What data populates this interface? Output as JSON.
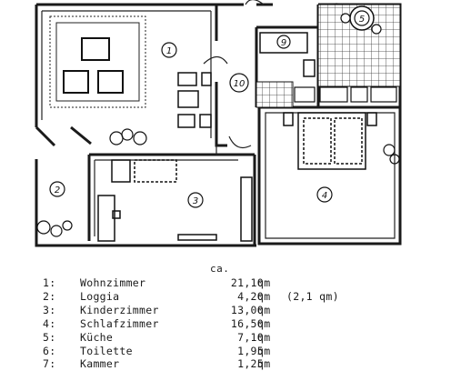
{
  "room_labels": [
    "1",
    "2",
    "3",
    "4",
    "5",
    "9",
    "10"
  ],
  "legend": {
    "header": "ca.",
    "rows": [
      {
        "num": "1:",
        "name": "Wohnzimmer",
        "value": "21,10",
        "unit": "qm",
        "note": ""
      },
      {
        "num": "2:",
        "name": "Loggia",
        "value": "4,20",
        "unit": "qm",
        "note": "(2,1 qm)"
      },
      {
        "num": "3:",
        "name": "Kinderzimmer",
        "value": "13,00",
        "unit": "qm",
        "note": ""
      },
      {
        "num": "4:",
        "name": "Schlafzimmer",
        "value": "16,50",
        "unit": "qm",
        "note": ""
      },
      {
        "num": "5:",
        "name": "Küche",
        "value": "7,10",
        "unit": "qm",
        "note": ""
      },
      {
        "num": "6:",
        "name": "Toilette",
        "value": "1,95",
        "unit": "qm",
        "note": ""
      },
      {
        "num": "7:",
        "name": "Kammer",
        "value": "1,25",
        "unit": "qm",
        "note": ""
      }
    ]
  }
}
